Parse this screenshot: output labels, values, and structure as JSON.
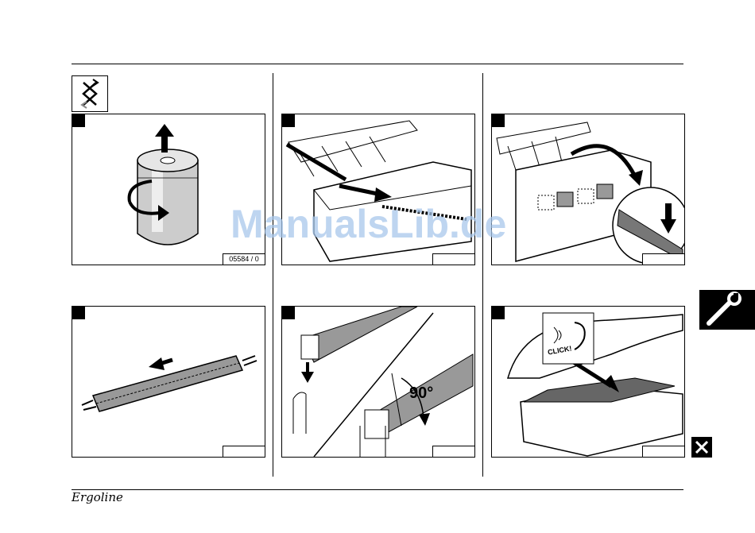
{
  "watermark": "ManualsLib.de",
  "logo_text": "Ergoline",
  "panels": {
    "p1": {
      "figure_number": "05584 / 0"
    },
    "p2": {
      "figure_number": ""
    },
    "p3": {
      "figure_number": ""
    },
    "p4": {
      "figure_number": ""
    },
    "p5": {
      "angle_label": "90°",
      "figure_number": ""
    },
    "p6": {
      "sound_label": "CLICK!",
      "figure_number": ""
    }
  },
  "icons": {
    "header": "lamp-change-icon",
    "side_tab": "wrench-icon",
    "close": "close-icon"
  },
  "colors": {
    "ink": "#000000",
    "paper": "#ffffff",
    "shade": "#9a9a9a",
    "watermark": "#a9c8ec"
  }
}
